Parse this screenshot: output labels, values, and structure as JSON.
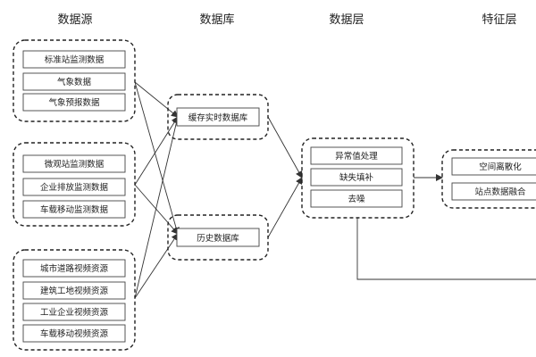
{
  "columns": {
    "data_source": "数据源",
    "database": "数据库",
    "data_layer": "数据层",
    "feature_layer": "特征层"
  },
  "source_groups": [
    [
      "标准站监测数据",
      "气象数据",
      "气象预报数据"
    ],
    [
      "微观站监测数据",
      "企业排放监测数据",
      "车载移动监测数据"
    ],
    [
      "城市道路视频资源",
      "建筑工地视频资源",
      "工业企业视频资源",
      "车载移动视频资源"
    ]
  ],
  "databases": {
    "cache": "缓存实时数据库",
    "history": "历史数据库"
  },
  "data_layer": [
    "异常值处理",
    "缺失填补",
    "去噪"
  ],
  "feature_layer": [
    "空间离散化",
    "站点数据融合"
  ]
}
